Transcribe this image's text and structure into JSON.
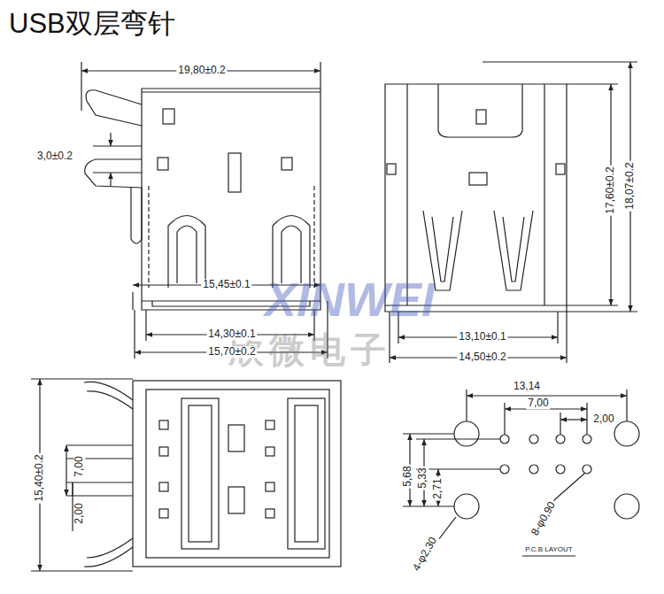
{
  "diagram": {
    "title": "USB双层弯针",
    "labels": [
      "19,80±0.2",
      "3,0±0.2",
      "15,45±0.1",
      "14,30±0.1",
      "15,70±0.2",
      "17,60±0.2",
      "18,07±0.2",
      "13,10±0.1",
      "14,50±0.2",
      "15,40±0.2",
      "7,00",
      "2,00",
      "13,14",
      "7,00",
      "2,00",
      "5,68",
      "5,33",
      "2,71",
      "4-φ2,30",
      "8-φ0,90",
      "P.C.B LAYOUT",
      "XINWEI",
      "欣微电子"
    ]
  }
}
